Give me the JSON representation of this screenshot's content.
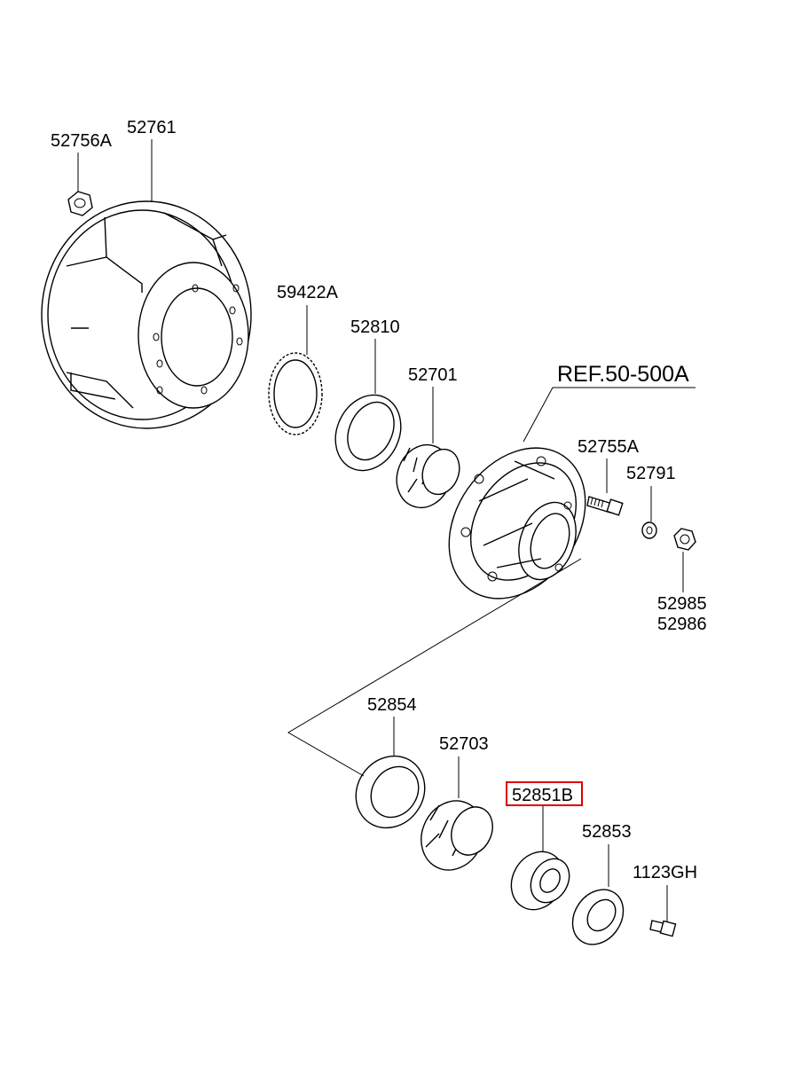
{
  "diagram": {
    "highlight_color": "#e00000",
    "labels": {
      "p52756A": "52756A",
      "p52761": "52761",
      "p59422A": "59422A",
      "p52810": "52810",
      "p52701": "52701",
      "ref": "REF.50-500A",
      "p52755A": "52755A",
      "p52791": "52791",
      "p52985": "52985",
      "p52986": "52986",
      "p52854": "52854",
      "p52703": "52703",
      "p52851B": "52851B",
      "p52853": "52853",
      "p1123GH": "1123GH"
    }
  }
}
